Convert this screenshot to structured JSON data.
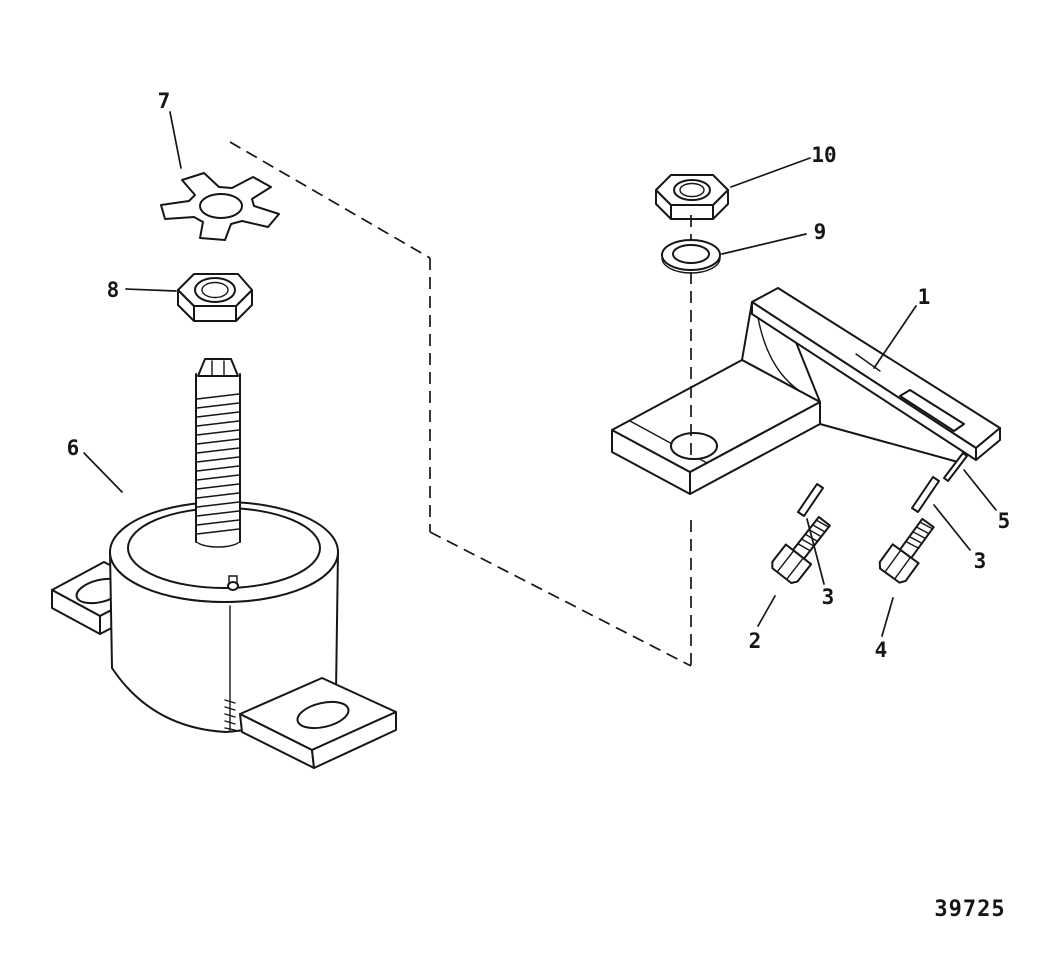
{
  "colors": {
    "line": "#161616",
    "background": "#ffffff"
  },
  "figure_number": "39725",
  "callouts": [
    {
      "label": "7"
    },
    {
      "label": "8"
    },
    {
      "label": "6"
    },
    {
      "label": "10"
    },
    {
      "label": "9"
    },
    {
      "label": "1"
    },
    {
      "label": "5"
    },
    {
      "label": "3"
    },
    {
      "label": "3"
    },
    {
      "label": "2"
    },
    {
      "label": "4"
    }
  ]
}
